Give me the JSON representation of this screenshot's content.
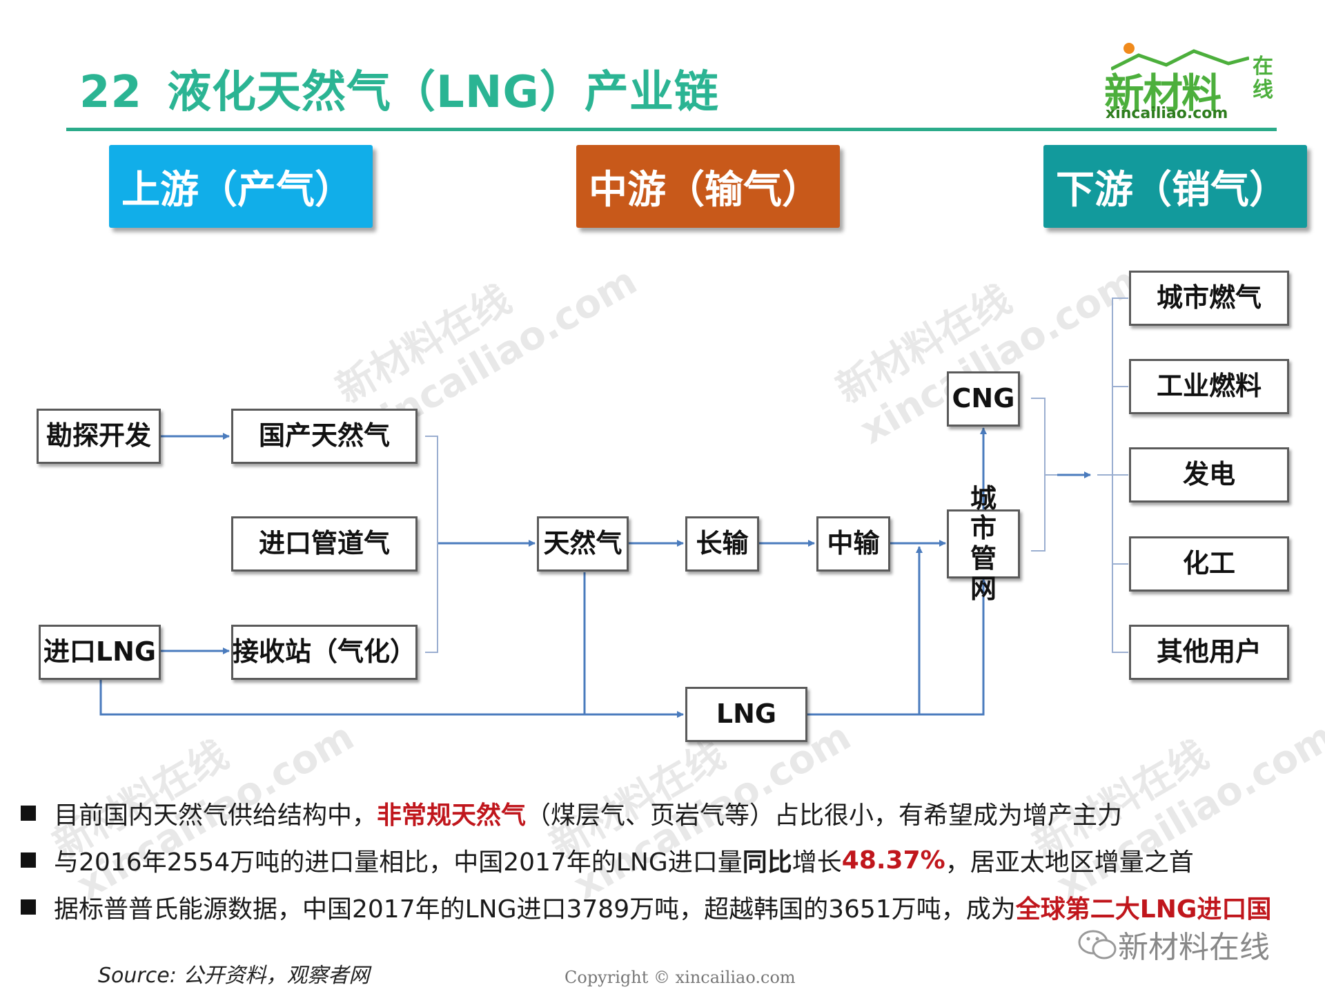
{
  "title": {
    "number": "22",
    "text": "液化天然气（LNG）产业链"
  },
  "logo": {
    "main": "新材料",
    "side": "在线",
    "url": "xincailiao.com"
  },
  "stages": {
    "upstream": "上游（产气）",
    "midstream": "中游（输气）",
    "downstream": "下游（销气）"
  },
  "nodes": {
    "explore": "勘探开发",
    "domestic_gas": "国产天然气",
    "pipeline_import": "进口管道气",
    "import_lng": "进口LNG",
    "terminal": "接收站（气化）",
    "natural_gas": "天然气",
    "long_haul": "长输",
    "mid_haul": "中输",
    "city_grid": "城市管网",
    "cng": "CNG",
    "lng": "LNG"
  },
  "end_uses": [
    "城市燃气",
    "工业燃料",
    "发电",
    "化工",
    "其他用户"
  ],
  "watermark": {
    "brand": "新材料在线",
    "url": "xincailiao.com"
  },
  "bullets": [
    {
      "pre": "目前国内天然气供给结构中，",
      "highlight": "非常规天然气",
      "post": "（煤层气、页岩气等）占比很小，有希望成为增产主力"
    },
    {
      "pre": "与2016年2554万吨的进口量相比，中国2017年的LNG进口量",
      "bold": "同比",
      "mid": "增长",
      "highlight": "48.37%",
      "post": "，居亚太地区增量之首"
    },
    {
      "pre": "据标普普氏能源数据，中国2017年的LNG进口3789万吨，超越韩国的3651万吨，成为",
      "highlight": "全球第二大LNG进口国"
    }
  ],
  "source": "Source: 公开资料，观察者网",
  "copyright": "Copyright © xincailiao.com",
  "wechat_account": "新材料在线",
  "colors": {
    "title": "#2bb493",
    "upstream": "#11aee9",
    "midstream": "#c8591a",
    "downstream": "#129a9c",
    "arrow": "#4a7bbd",
    "highlight": "#c0161c"
  }
}
